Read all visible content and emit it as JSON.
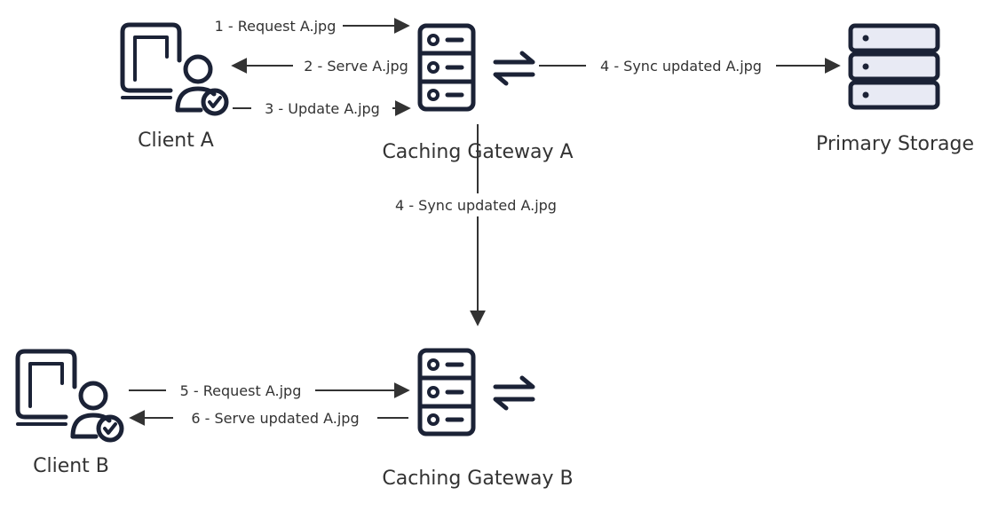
{
  "nodes": {
    "client_a": "Client A",
    "client_b": "Client B",
    "gateway_a": "Caching Gateway A",
    "gateway_b": "Caching Gateway B",
    "primary_storage": "Primary Storage"
  },
  "edges": {
    "e1": "1 - Request A.jpg",
    "e2": "2 - Serve A.jpg",
    "e3": "3 - Update A.jpg",
    "e4a": "4 - Sync updated A.jpg",
    "e4b": "4 - Sync updated A.jpg",
    "e5": "5 - Request A.jpg",
    "e6": "6 - Serve updated A.jpg"
  },
  "colors": {
    "line": "#333333",
    "icon": "#1b2236",
    "storage_fill": "#e8eaf4"
  },
  "icons": {
    "client": "computer-user-check-icon",
    "gateway": "server-rack-icon",
    "swap": "swap-arrows-icon",
    "storage": "storage-server-icon"
  }
}
